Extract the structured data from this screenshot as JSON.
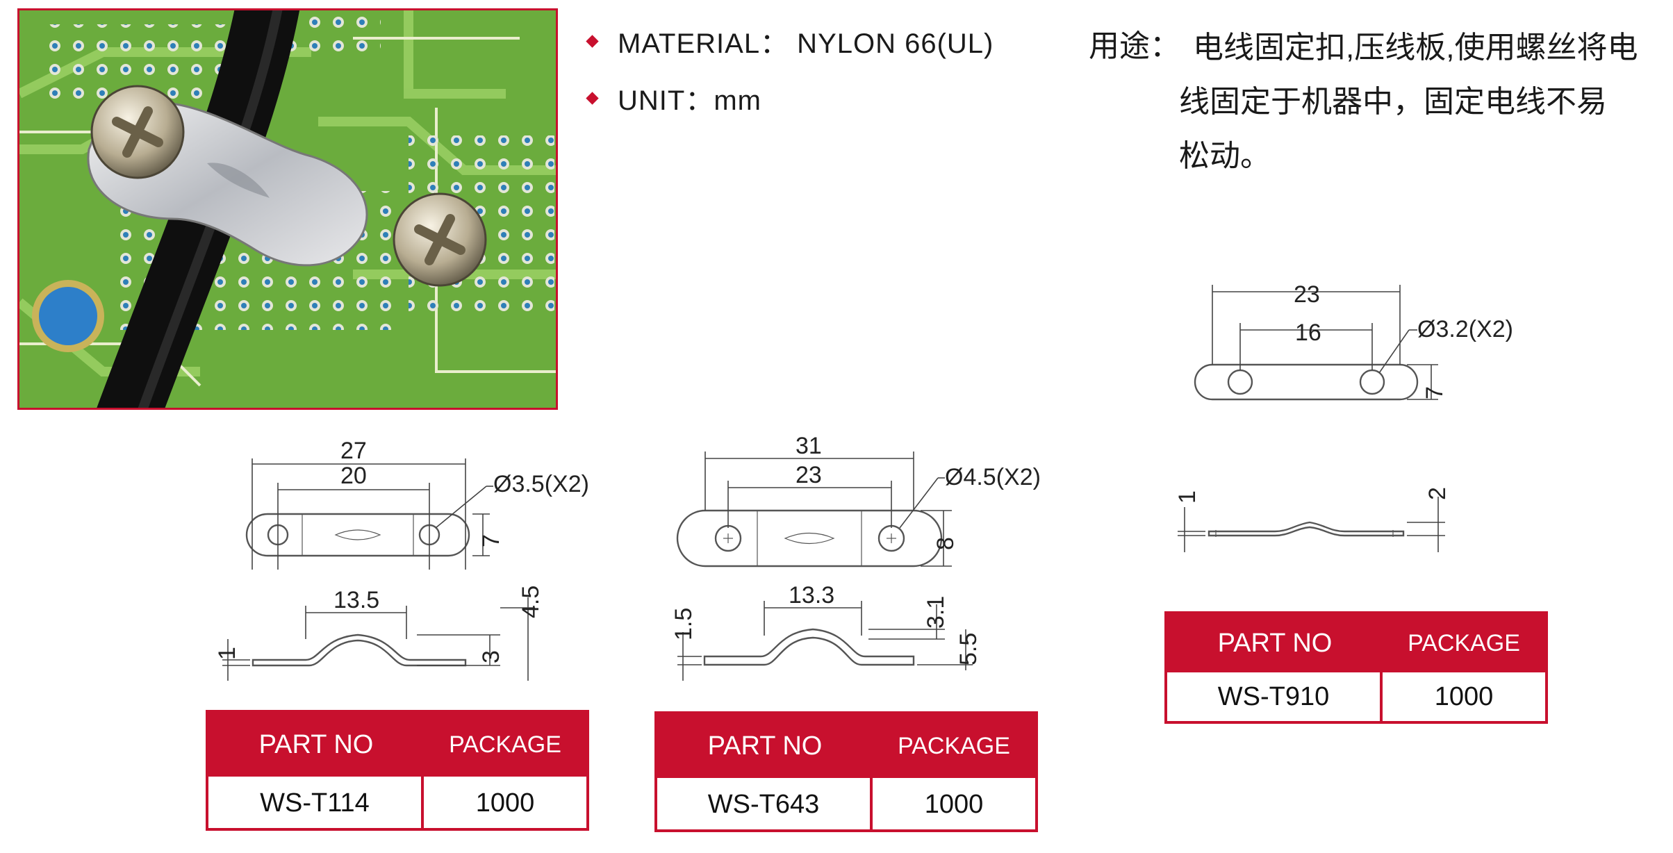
{
  "specs": {
    "material": "MATERIAL： NYLON 66(UL)",
    "unit": "UNIT：mm"
  },
  "usage": {
    "label": "用途：",
    "line1": "电线固定扣,压线板,使用螺丝将电",
    "line2": "线固定于机器中，固定电线不易",
    "line3": "松动。"
  },
  "drawings": {
    "t114": {
      "overall": "27",
      "hole_spacing": "20",
      "hole": "Ø3.5(X2)",
      "width": "7",
      "arch_span": "13.5",
      "thickness": "1",
      "total_height": "4.5",
      "arch_height": "3"
    },
    "t643": {
      "overall": "31",
      "hole_spacing": "23",
      "hole": "Ø4.5(X2)",
      "width": "8",
      "arch_span": "13.3",
      "thickness": "1.5",
      "inner_height": "3.1",
      "total_height": "5.5"
    },
    "t910": {
      "overall": "23",
      "hole_spacing": "16",
      "hole": "Ø3.2(X2)",
      "width": "7",
      "thickness": "1",
      "total_height": "2"
    }
  },
  "tables": {
    "header_part": "PART NO",
    "header_package": "PACKAGE",
    "t114": {
      "part": "WS-T114",
      "package": "1000"
    },
    "t643": {
      "part": "WS-T643",
      "package": "1000"
    },
    "t910": {
      "part": "WS-T910",
      "package": "1000"
    }
  },
  "colors": {
    "accent": "#c8102e",
    "pcb_green": "#6fae3c",
    "cable": "#1c1c1c"
  }
}
